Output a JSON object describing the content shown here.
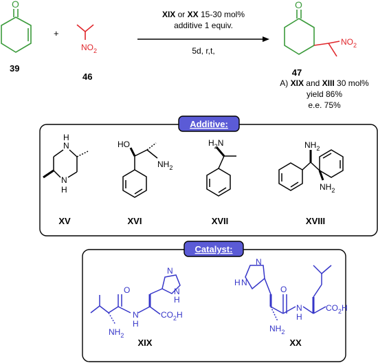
{
  "reaction": {
    "reactant1_label": "39",
    "reactant2_label": "46",
    "product_label": "47",
    "plus": "+",
    "reactant2_no2": "NO",
    "reactant2_no2_sub": "2",
    "product_no2": "NO",
    "product_no2_sub": "2",
    "ketone_o": "O",
    "product_o": "O",
    "conditions": {
      "cat_a": "XIX",
      "cat_or": " or ",
      "cat_b": "XX",
      "cat_rest": " 15-30 mol%",
      "line2": "additive 1 equiv.",
      "line3": "5d, r,t,"
    },
    "result": {
      "prefix": "A) ",
      "cat1": "XIX",
      "mid": " and ",
      "cat2": "XIII",
      "suffix": " 30 mol%",
      "yield": "yield 86%",
      "ee": "e.e. 75%"
    }
  },
  "additive": {
    "title": "Additive:",
    "labels": [
      "XV",
      "XVI",
      "XVII",
      "XVIII"
    ],
    "atoms": {
      "nh": "N",
      "h": "H",
      "ho": "HO",
      "nh2": "NH",
      "nh2_sub": "2",
      "h2n": "H",
      "h2n_sub": "2",
      "h2n_n": "N"
    }
  },
  "catalyst": {
    "title": "Catalyst:",
    "labels": [
      "XIX",
      "XX"
    ],
    "atoms": {
      "o": "O",
      "n": "N",
      "h": "H",
      "nh2": "NH",
      "nh2_sub": "2",
      "co2h": "CO",
      "co2h_sub": "2",
      "co2h_h": "H"
    }
  },
  "colors": {
    "reactant1": "#3a9a3a",
    "reactant2": "#e0262b",
    "catalyst": "#3535c8",
    "badge_fill": "#5b5bd6",
    "black": "#000000"
  }
}
